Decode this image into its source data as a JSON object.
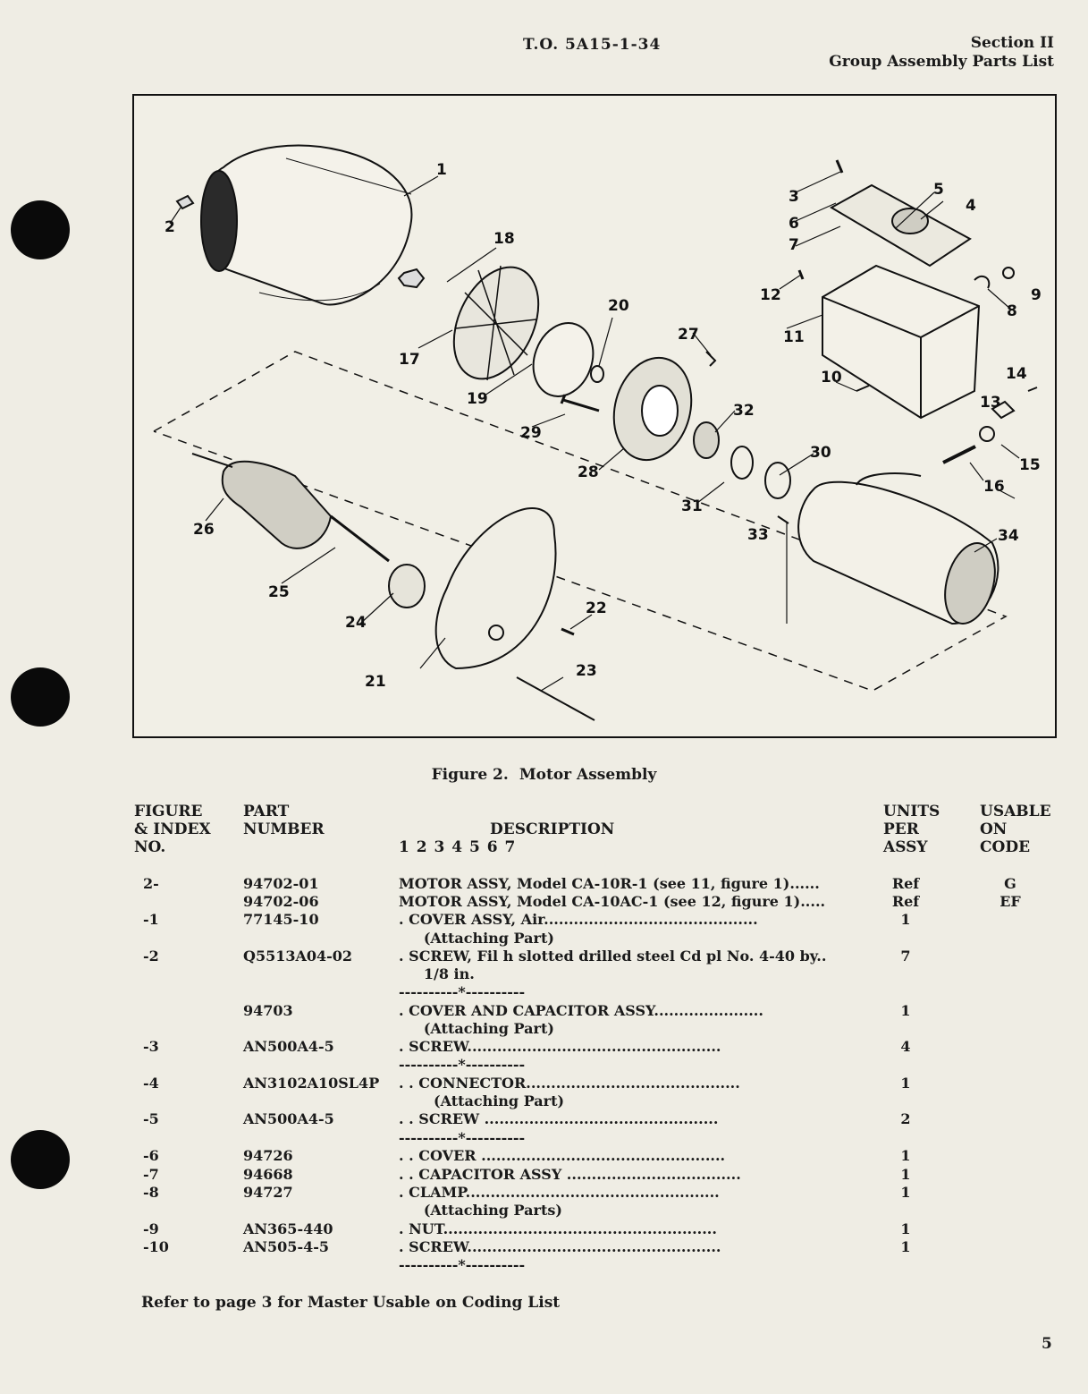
{
  "header": {
    "doc_number": "T.O. 5A15-1-34",
    "section": "Section II",
    "section_title": "Group Assembly Parts List"
  },
  "figure": {
    "caption_label": "Figure 2.",
    "caption_title": "Motor Assembly",
    "callouts": [
      "1",
      "2",
      "3",
      "4",
      "5",
      "6",
      "7",
      "8",
      "9",
      "10",
      "11",
      "12",
      "13",
      "14",
      "15",
      "16",
      "17",
      "18",
      "19",
      "20",
      "21",
      "22",
      "23",
      "24",
      "25",
      "26",
      "27",
      "28",
      "29",
      "30",
      "31",
      "32",
      "33",
      "34"
    ]
  },
  "table": {
    "headers": {
      "figure_index": [
        "FIGURE",
        "& INDEX",
        "NO."
      ],
      "part_number": [
        "PART",
        "NUMBER"
      ],
      "description": "DESCRIPTION",
      "indent_scale": "1 2 3 4 5 6 7",
      "units": [
        "UNITS",
        "PER",
        "ASSY"
      ],
      "usable": [
        "USABLE",
        "ON",
        "CODE"
      ]
    },
    "rows": [
      {
        "fig": "2-",
        "pn": "94702-01",
        "desc": "MOTOR ASSY, Model CA-10R-1 (see 11, figure 1)......",
        "units": "Ref",
        "code": "G"
      },
      {
        "fig": "",
        "pn": "94702-06",
        "desc": "MOTOR ASSY, Model CA-10AC-1 (see 12, figure 1).....",
        "units": "Ref",
        "code": "EF"
      },
      {
        "fig": "-1",
        "pn": "77145-10",
        "desc": ". COVER ASSY, Air...........................................",
        "units": "1",
        "code": ""
      },
      {
        "fig": "",
        "pn": "",
        "desc": "     (Attaching Part)",
        "units": "",
        "code": ""
      },
      {
        "fig": "-2",
        "pn": "Q5513A04-02",
        "desc": ". SCREW, Fil h slotted drilled steel Cd pl No. 4-40 by..",
        "units": "7",
        "code": ""
      },
      {
        "fig": "",
        "pn": "",
        "desc": "     1/8 in.",
        "units": "",
        "code": ""
      },
      {
        "fig": "",
        "pn": "",
        "desc": "----------*----------",
        "units": "",
        "code": ""
      },
      {
        "fig": "",
        "pn": "94703",
        "desc": ". COVER AND CAPACITOR ASSY......................",
        "units": "1",
        "code": ""
      },
      {
        "fig": "",
        "pn": "",
        "desc": "     (Attaching Part)",
        "units": "",
        "code": ""
      },
      {
        "fig": "-3",
        "pn": "AN500A4-5",
        "desc": ". SCREW...................................................",
        "units": "4",
        "code": ""
      },
      {
        "fig": "",
        "pn": "",
        "desc": "----------*----------",
        "units": "",
        "code": ""
      },
      {
        "fig": "-4",
        "pn": "AN3102A10SL4P",
        "desc": ". . CONNECTOR...........................................",
        "units": "1",
        "code": ""
      },
      {
        "fig": "",
        "pn": "",
        "desc": "       (Attaching Part)",
        "units": "",
        "code": ""
      },
      {
        "fig": "-5",
        "pn": "AN500A4-5",
        "desc": ". . SCREW ...............................................",
        "units": "2",
        "code": ""
      },
      {
        "fig": "",
        "pn": "",
        "desc": "----------*----------",
        "units": "",
        "code": ""
      },
      {
        "fig": "-6",
        "pn": "94726",
        "desc": ". . COVER .................................................",
        "units": "1",
        "code": ""
      },
      {
        "fig": "-7",
        "pn": "94668",
        "desc": ". . CAPACITOR ASSY ...................................",
        "units": "1",
        "code": ""
      },
      {
        "fig": "-8",
        "pn": "94727",
        "desc": ". CLAMP...................................................",
        "units": "1",
        "code": ""
      },
      {
        "fig": "",
        "pn": "",
        "desc": "     (Attaching Parts)",
        "units": "",
        "code": ""
      },
      {
        "fig": "-9",
        "pn": "AN365-440",
        "desc": ". NUT.......................................................",
        "units": "1",
        "code": ""
      },
      {
        "fig": "-10",
        "pn": "AN505-4-5",
        "desc": ". SCREW...................................................",
        "units": "1",
        "code": ""
      },
      {
        "fig": "",
        "pn": "",
        "desc": "----------*----------",
        "units": "",
        "code": ""
      }
    ]
  },
  "footnote": "Refer to page 3 for Master Usable on Coding List",
  "page_number": "5"
}
